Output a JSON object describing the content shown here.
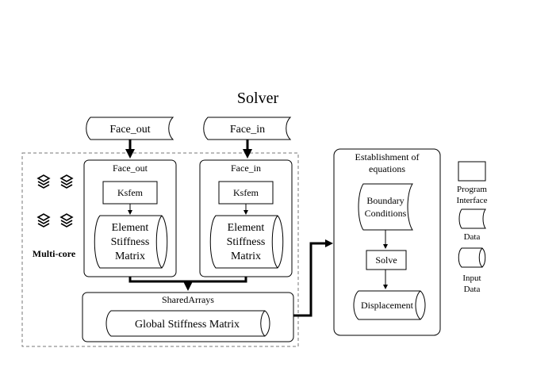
{
  "title": "Solver",
  "inputs": {
    "left": "Face_out",
    "right": "Face_in"
  },
  "left_panel": {
    "title": "Face_out",
    "ksfem": "Ksfem",
    "matrix": [
      "Element",
      "Stiffness",
      "Matrix"
    ]
  },
  "right_panel": {
    "title": "Face_in",
    "ksfem": "Ksfem",
    "matrix": [
      "Element",
      "Stiffness",
      "Matrix"
    ]
  },
  "multicore_label": "Multi-core",
  "shared": {
    "title": "SharedArrays",
    "matrix": "Global Stiffness Matrix"
  },
  "equations": {
    "title": [
      "Establishment of",
      "equations"
    ],
    "boundary": [
      "Boundary",
      "Conditions"
    ],
    "solve": "Solve",
    "displacement": "Displacement"
  },
  "legend": {
    "program": [
      "Program",
      "Interface"
    ],
    "data": "Data",
    "input": [
      "Input",
      "Data"
    ]
  }
}
